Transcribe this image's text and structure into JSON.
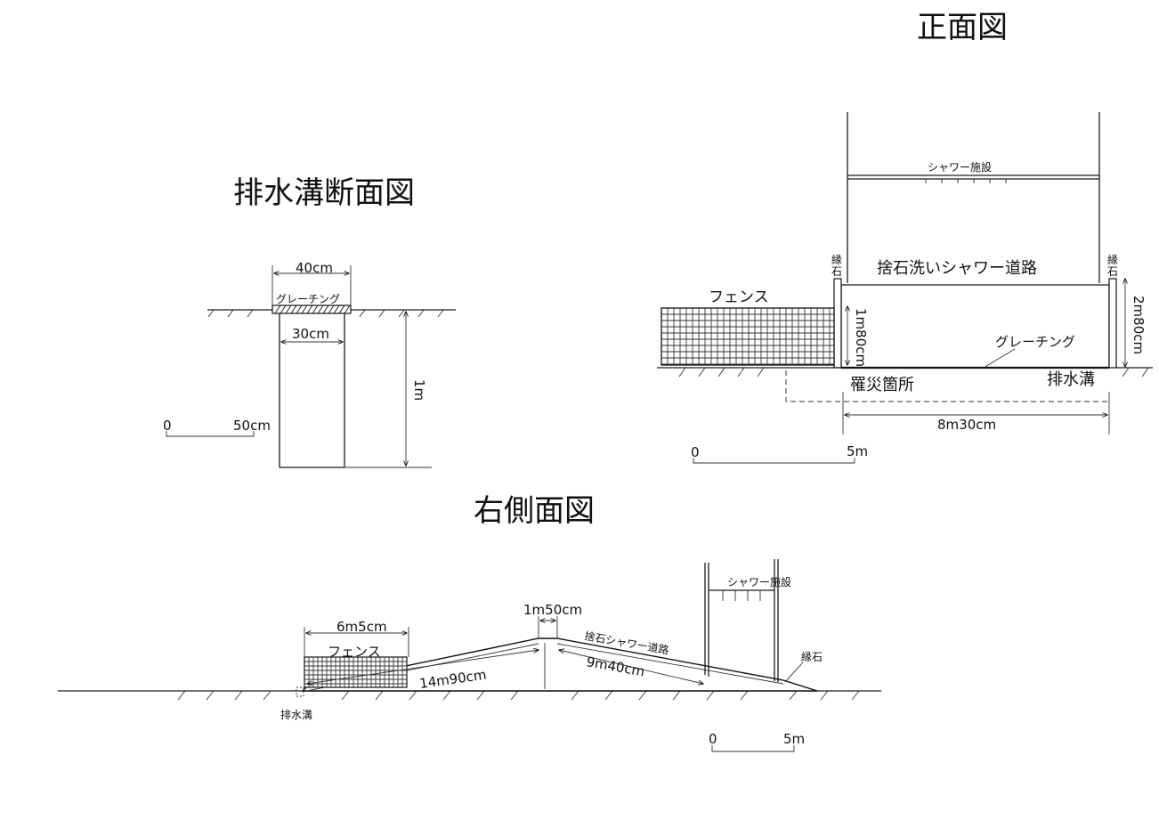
{
  "titles": {
    "front": "正面図",
    "drain": "排水溝断面図",
    "side": "右側面図"
  },
  "drain_section": {
    "width_top": "40cm",
    "grating": "グレーチング",
    "width_inner": "30cm",
    "depth": "1m",
    "scale_zero": "0",
    "scale_end": "50cm"
  },
  "front_view": {
    "shower": "シャワー施設",
    "curb_left": "縁石",
    "curb_right": "縁石",
    "road": "捨石洗いシャワー道路",
    "fence": "フェンス",
    "fence_height": "1m80cm",
    "wall_height": "2m80cm",
    "grating": "グレーチング",
    "damage": "罹災箇所",
    "drain": "排水溝",
    "length": "8m30cm",
    "scale_zero": "0",
    "scale_end": "5m"
  },
  "side_view": {
    "fence_len": "6m5cm",
    "fence": "フェンス",
    "top_width": "1m50cm",
    "shower": "シャワー施設",
    "road": "捨石シャワー道路",
    "curb": "縁石",
    "slope_up": "14m90cm",
    "slope_down": "9m40cm",
    "drain": "排水溝",
    "scale_zero": "0",
    "scale_end": "5m"
  }
}
